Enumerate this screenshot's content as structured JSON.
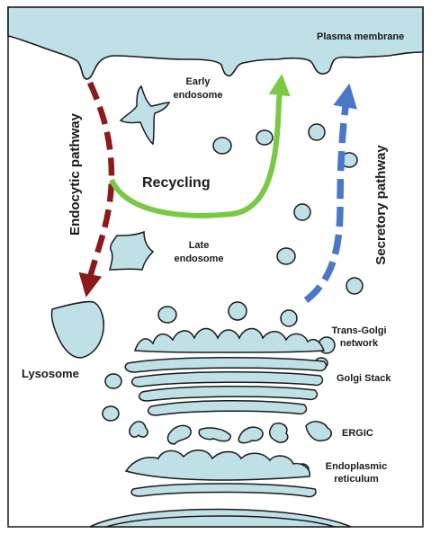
{
  "labels": {
    "plasma_membrane": "Plasma membrane",
    "early_endosome_line1": "Early",
    "early_endosome_line2": "endosome",
    "endocytic_pathway": "Endocytic pathway",
    "recycling": "Recycling",
    "secretory_pathway": "Secretory pathway",
    "late_endosome_line1": "Late",
    "late_endosome_line2": "endosome",
    "trans_golgi_line1": "Trans-Golgi",
    "trans_golgi_line2": "network",
    "lysosome": "Lysosome",
    "golgi_stack": "Golgi Stack",
    "ergic": "ERGIC",
    "er_line1": "Endoplasmic",
    "er_line2": "reticulum"
  },
  "colors": {
    "membrane_fill": "#bfe0e6",
    "outline": "#1a1a1a",
    "endocytic_arrow": "#8b1a1a",
    "recycling_arrow": "#7ac943",
    "secretory_arrow": "#4a78c8"
  }
}
